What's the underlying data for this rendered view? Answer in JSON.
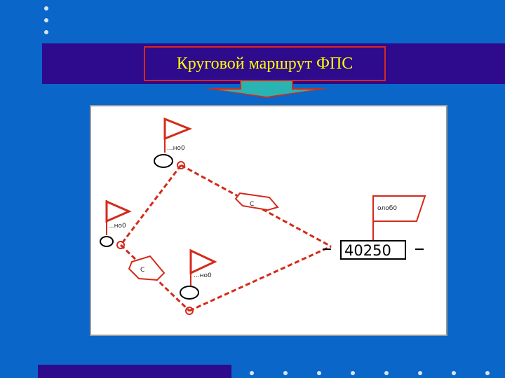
{
  "slide": {
    "title": "Круговой маршрут ФПС"
  },
  "diagram": {
    "flag_labels": [
      "...но0",
      "...но0",
      "...но0"
    ],
    "marker_labels": [
      "С",
      "С"
    ],
    "fix_flag_label": "олоб0",
    "fix_code": "40250"
  },
  "colors": {
    "background": "#0a67c9",
    "band": "#2e0a8c",
    "title_text": "#ffff00",
    "title_border": "#d42a1a",
    "route": "#d42a1a",
    "arrow": "#2ab3b3"
  }
}
